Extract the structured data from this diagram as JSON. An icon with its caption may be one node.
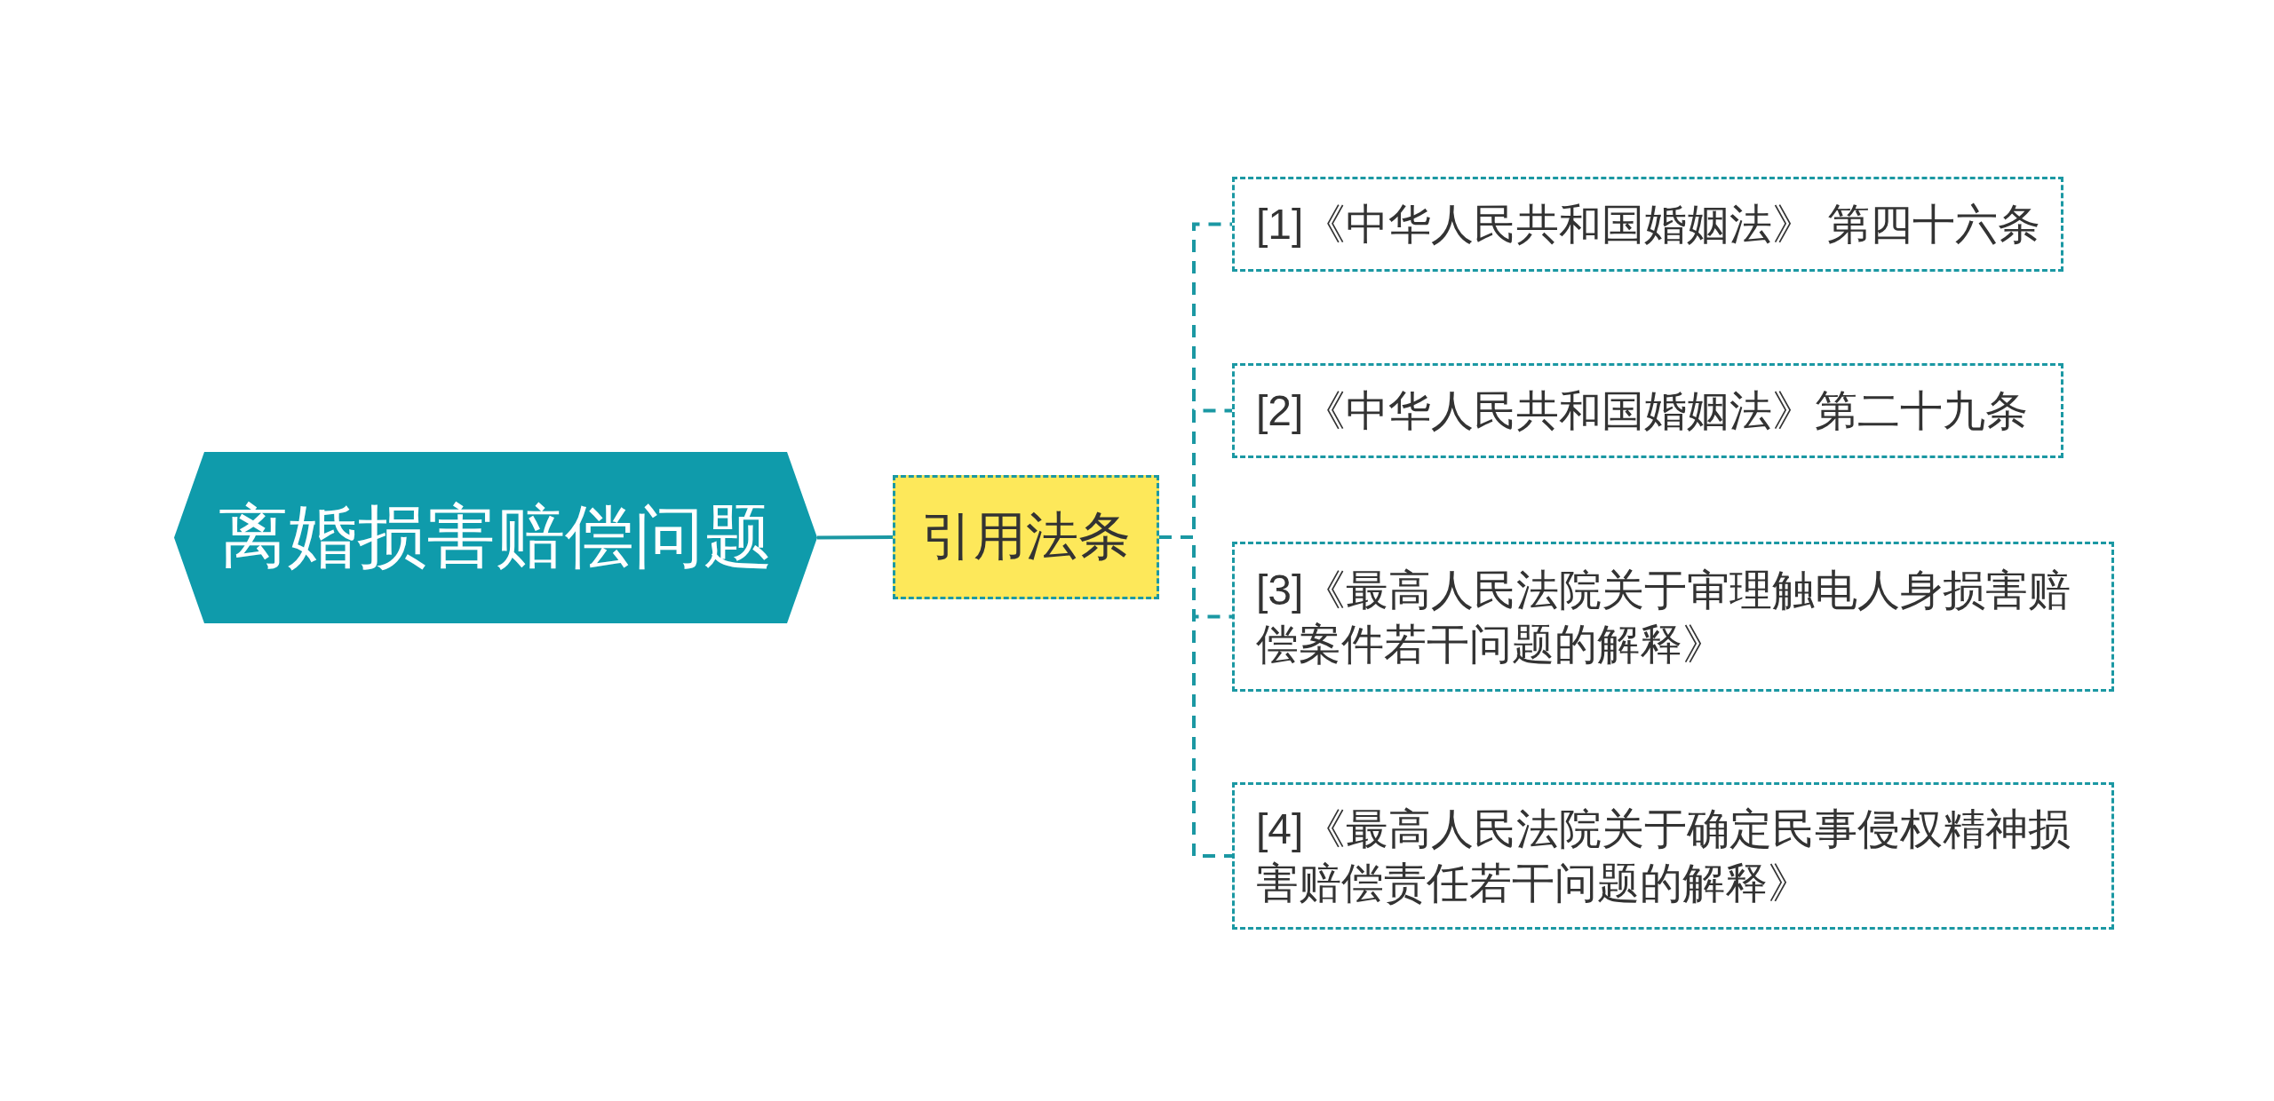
{
  "diagram": {
    "nodes": [
      {
        "text": [
          "离婚损害赔偿问题"
        ]
      },
      {
        "text": [
          "引用法条"
        ]
      },
      {
        "text": [
          "[1]《中华人民共和国婚姻法》 第四十六条"
        ]
      },
      {
        "text": [
          "[2]《中华人民共和国婚姻法》第二十九条"
        ]
      },
      {
        "text": [
          "[3]《最高人民法院关于审理触电人身损害赔偿案件若干问题的解释》"
        ]
      },
      {
        "text": [
          "[4]《最高人民法院关于确定民事侵权精神损害赔偿责任若干问题的解释》"
        ]
      }
    ],
    "edges": [
      {
        "from": 0,
        "to": 1,
        "arrow": "none"
      },
      {
        "from": 1,
        "to": 2,
        "arrow": "none",
        "style": "dashed"
      },
      {
        "from": 1,
        "to": 3,
        "arrow": "none",
        "style": "dashed"
      },
      {
        "from": 1,
        "to": 4,
        "arrow": "none",
        "style": "dashed"
      },
      {
        "from": 1,
        "to": 5,
        "arrow": "none",
        "style": "dashed"
      }
    ]
  }
}
